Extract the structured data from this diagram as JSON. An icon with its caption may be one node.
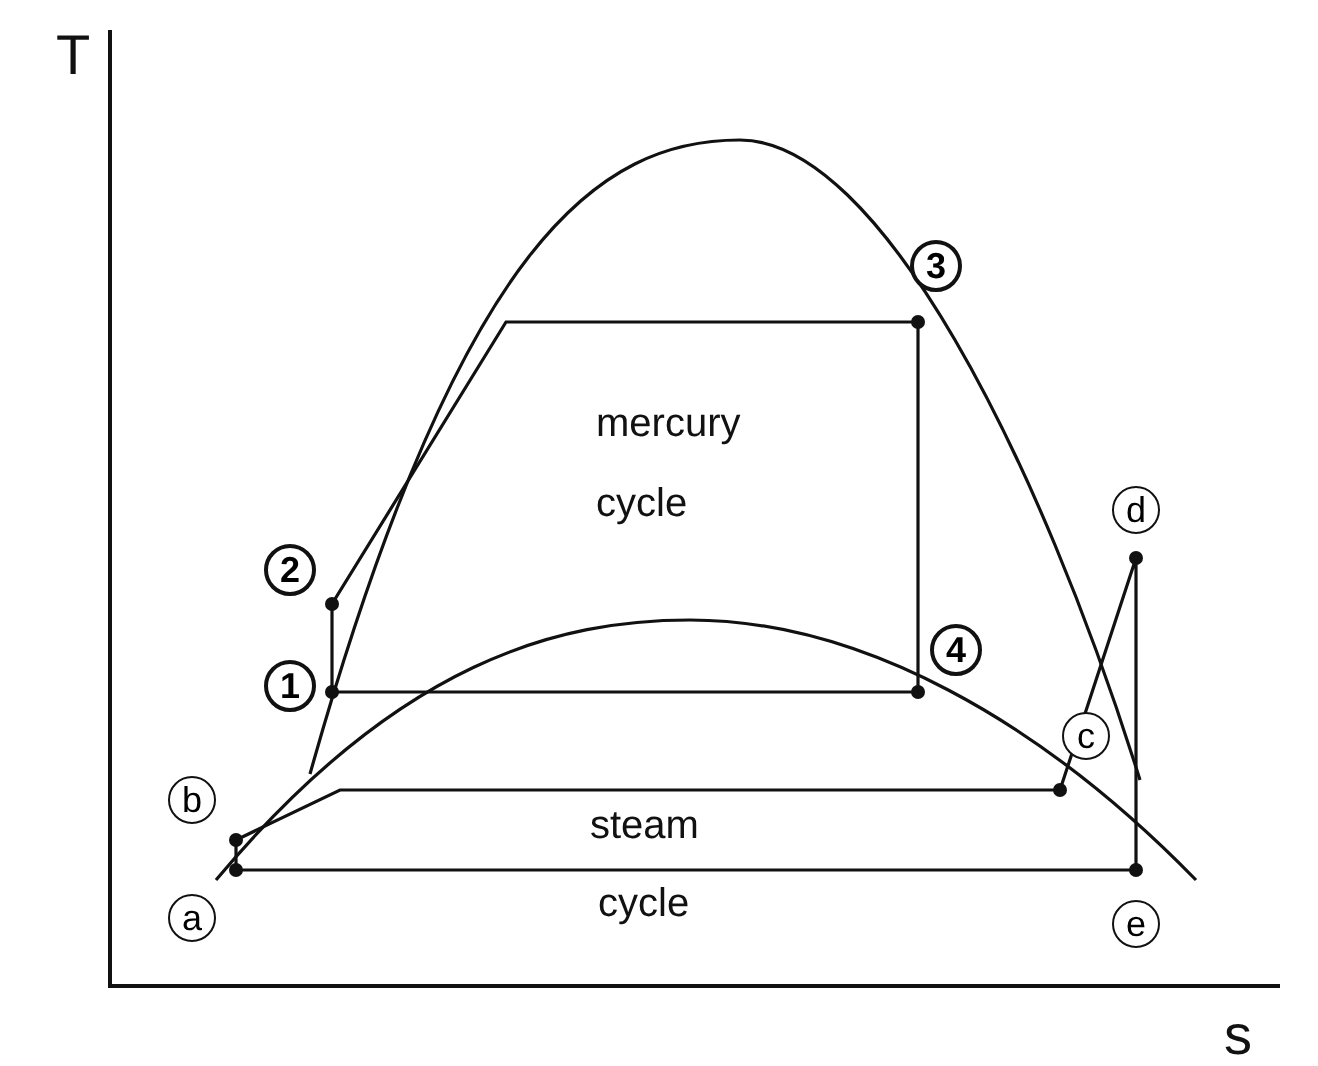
{
  "diagram": {
    "labels": [
      "T",
      "s",
      "3",
      "2",
      "mercury cycle",
      "d",
      "4",
      "1",
      "c",
      "b",
      "steam",
      "a",
      "cycle",
      "e"
    ]
  }
}
